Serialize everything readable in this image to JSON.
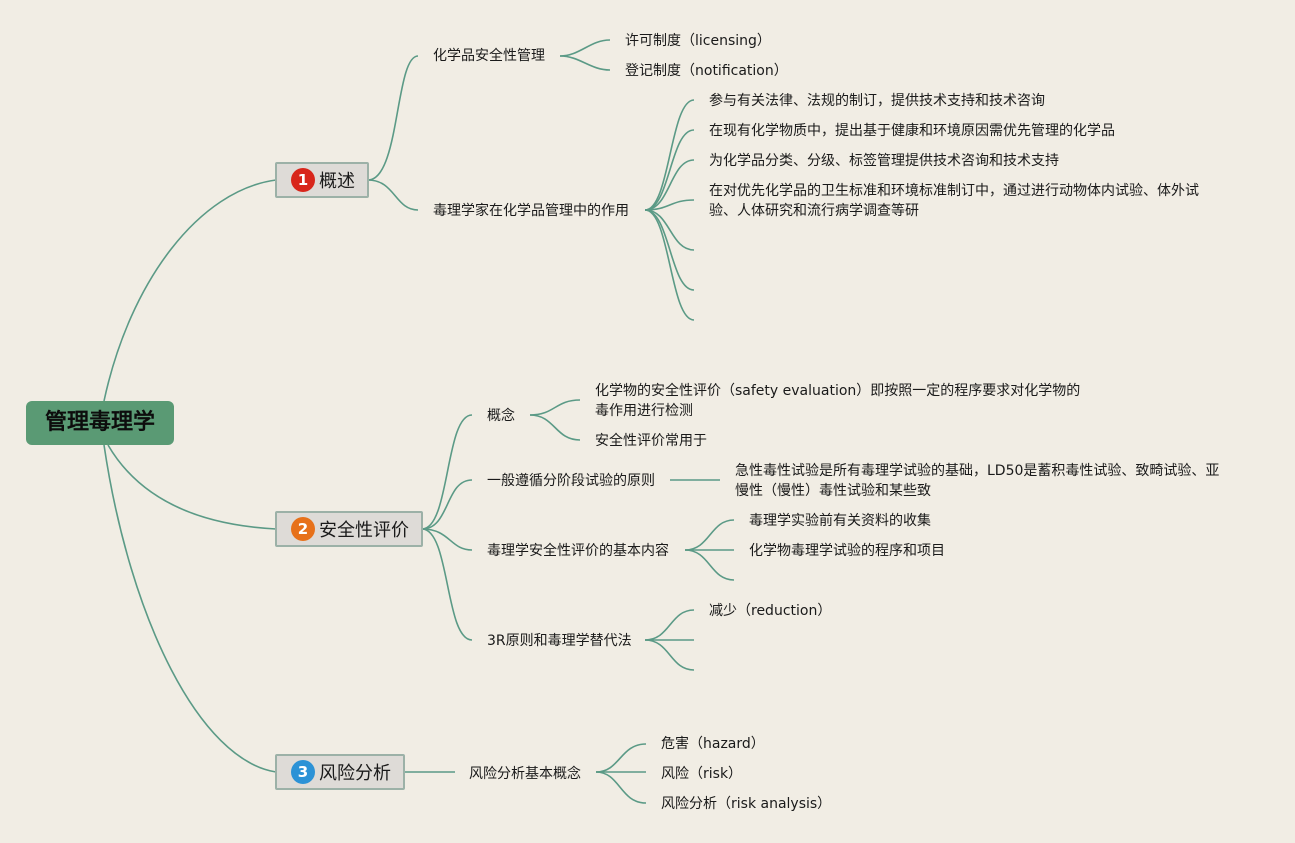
{
  "root": {
    "label": "管理毒理学"
  },
  "colors": {
    "line": "#5b9a86",
    "root": "#5a9a74",
    "badge1": "#d8261b",
    "badge2": "#e7711a",
    "badge3": "#2c92d6"
  },
  "b1": {
    "num": "1",
    "label": "概述",
    "c1": {
      "label": "化学品安全性管理",
      "items": [
        "许可制度（licensing）",
        "登记制度（notification）"
      ]
    },
    "c2": {
      "label": "毒理学家在化学品管理中的作用",
      "items": [
        "参与有关法律、法规的制订，提供技术支持和技术咨询",
        "在现有化学物质中，提出基于健康和环境原因需优先管理的化学品",
        "为化学品分类、分级、标签管理提供技术咨询和技术支持",
        "在对优先化学品的卫生标准和环境标准制订中，通过进行动物体内试验、体外试验、人体研究和流行病学调查等研"
      ]
    }
  },
  "b2": {
    "num": "2",
    "label": "安全性评价",
    "c1": {
      "label": "概念",
      "items": [
        "化学物的安全性评价（safety evaluation）即按照一定的程序要求对化学物的毒作用进行检测",
        "安全性评价常用于"
      ]
    },
    "c2": {
      "label": "一般遵循分阶段试验的原则",
      "items": [
        "急性毒性试验是所有毒理学试验的基础，LD50是蓄积毒性试验、致畸试验、亚慢性（慢性）毒性试验和某些致"
      ]
    },
    "c3": {
      "label": "毒理学安全性评价的基本内容",
      "items": [
        "毒理学实验前有关资料的收集",
        "化学物毒理学试验的程序和项目"
      ]
    },
    "c4": {
      "label": "3R原则和毒理学替代法",
      "items": [
        "减少（reduction）"
      ]
    }
  },
  "b3": {
    "num": "3",
    "label": "风险分析",
    "c1": {
      "label": "风险分析基本概念",
      "items": [
        "危害（hazard）",
        "风险（risk）",
        "风险分析（risk analysis）"
      ]
    }
  }
}
